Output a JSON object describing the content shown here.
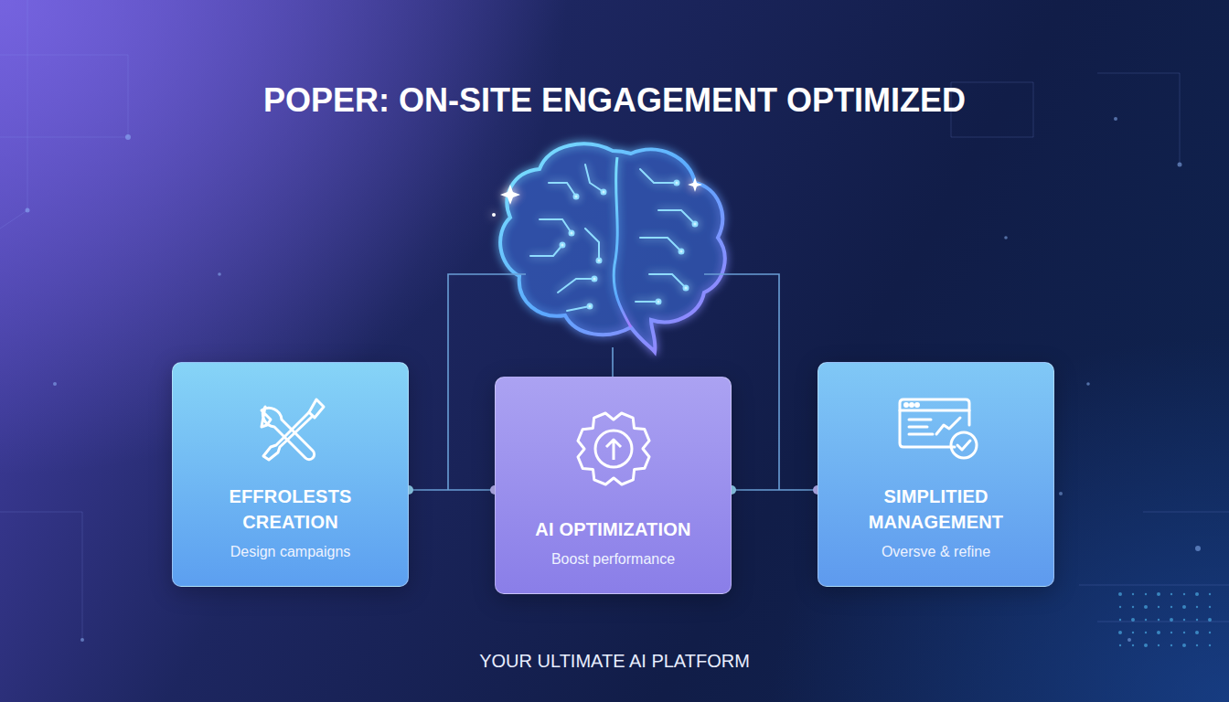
{
  "diagram": {
    "title": "POPER: ON-SITE ENGAGEMENT OPTIMIZED",
    "caption": "YOUR ULTIMATE AI PLATFORM",
    "nodes": [
      {
        "text": [
          "EFFROLESTS CREATION",
          "Design campaigns"
        ]
      },
      {
        "text": [
          "AI OPTIMIZATION",
          "Boost performance"
        ]
      },
      {
        "text": [
          "SIMPLITIED MANAGEMENT",
          "Oversve & refine"
        ]
      }
    ],
    "edges": [
      {
        "from": 0,
        "to": 1,
        "arrow": "none"
      },
      {
        "from": 1,
        "to": 2,
        "arrow": "none"
      }
    ]
  }
}
